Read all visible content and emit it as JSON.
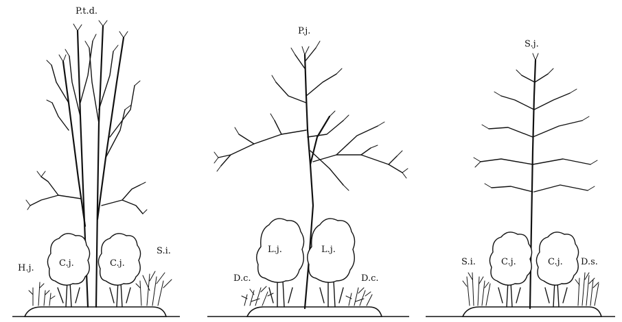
{
  "panels": [
    {
      "top_label": "P.t.d.",
      "shrub_labels": {
        "left_outer": "H.j.",
        "left_crown": "C.j.",
        "right_crown": "C.j.",
        "right_outer": "S.i."
      }
    },
    {
      "top_label": "P.j.",
      "shrub_labels": {
        "left_outer": "D.c.",
        "left_crown": "L.j.",
        "right_crown": "L.j.",
        "right_outer": "D.c."
      }
    },
    {
      "top_label": "S.j.",
      "shrub_labels": {
        "left_outer": "S.i.",
        "left_crown": "C.j.",
        "right_crown": "C.j.",
        "right_outer": "D.s."
      }
    }
  ]
}
